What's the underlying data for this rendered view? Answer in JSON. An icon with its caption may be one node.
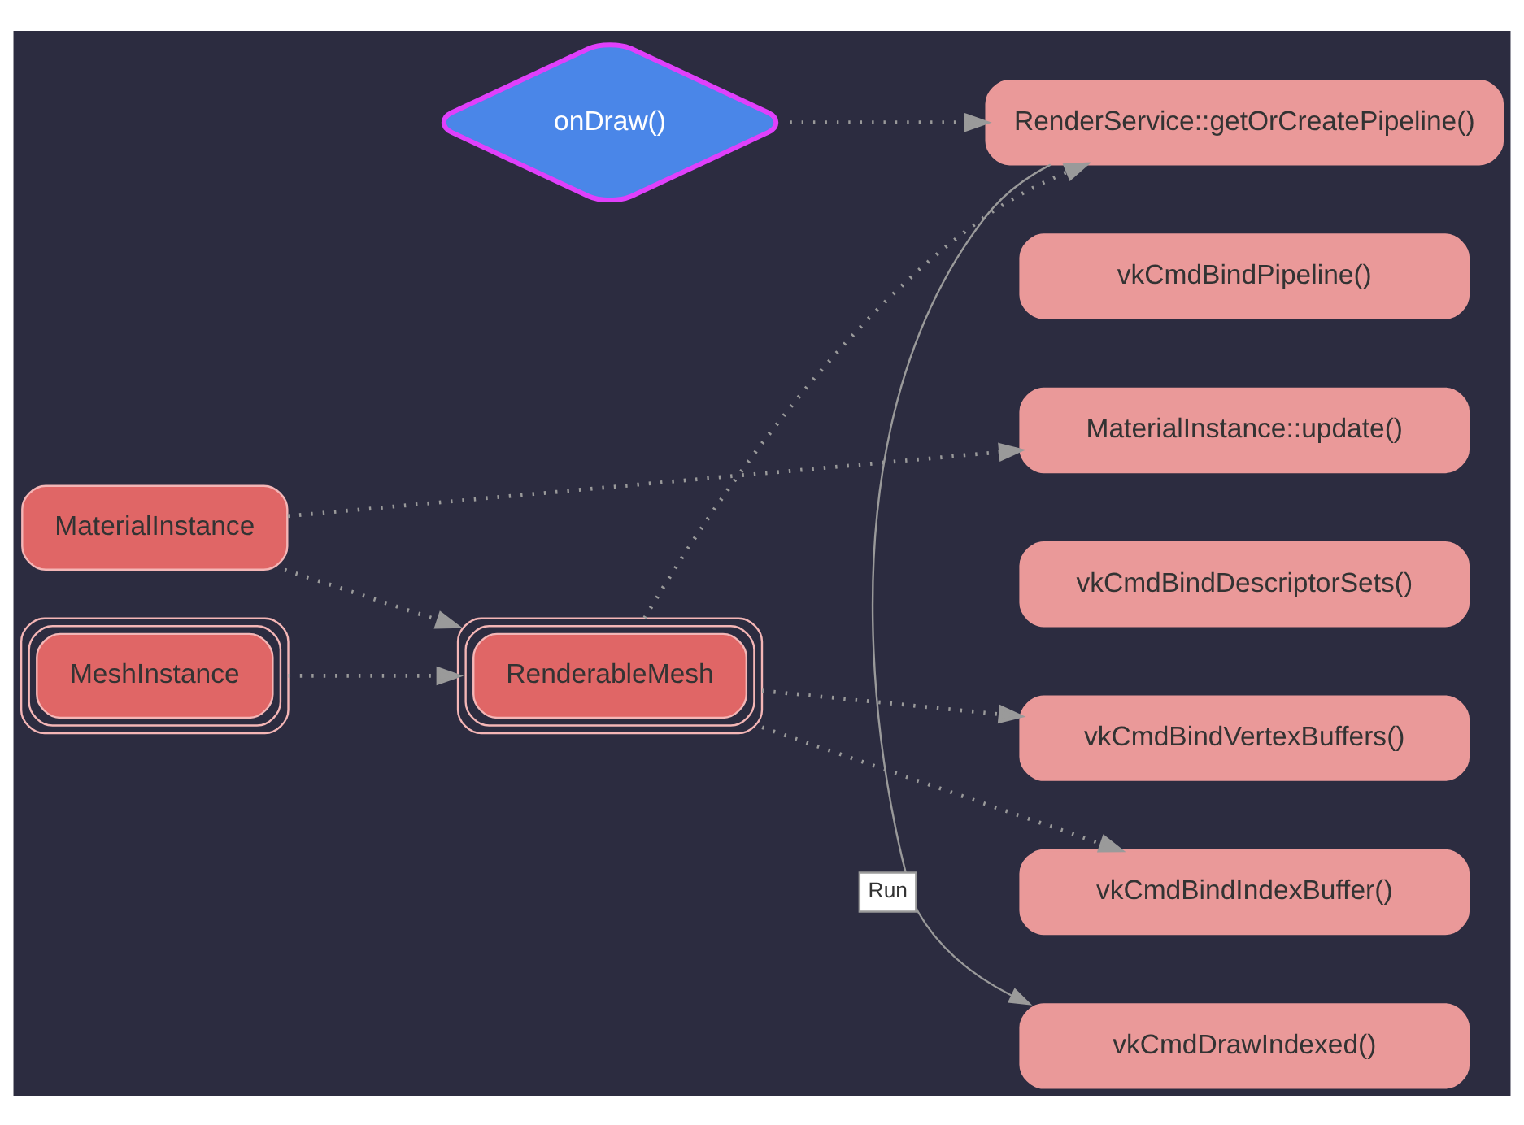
{
  "diagram": {
    "nodes": [
      {
        "text": [
          "onDraw()"
        ]
      },
      {
        "text": [
          "MaterialInstance"
        ]
      },
      {
        "text": [
          "MeshInstance"
        ]
      },
      {
        "text": [
          "RenderableMesh"
        ]
      },
      {
        "text": [
          "RenderService::getOrCreatePipeline()"
        ]
      },
      {
        "text": [
          "vkCmdBindPipeline()"
        ]
      },
      {
        "text": [
          "MaterialInstance::update()"
        ]
      },
      {
        "text": [
          "vkCmdBindDescriptorSets()"
        ]
      },
      {
        "text": [
          "vkCmdBindVertexBuffers()"
        ]
      },
      {
        "text": [
          "vkCmdBindIndexBuffer()"
        ]
      },
      {
        "text": [
          "vkCmdDrawIndexed()"
        ]
      }
    ],
    "edges": [
      {
        "from": 0,
        "to": 4,
        "arrow": "to",
        "style": "dashed"
      },
      {
        "from": 1,
        "to": 6,
        "arrow": "to",
        "style": "dashed"
      },
      {
        "from": 1,
        "to": 3,
        "arrow": "to",
        "style": "dashed"
      },
      {
        "from": 2,
        "to": 3,
        "arrow": "to",
        "style": "dashed"
      },
      {
        "from": 3,
        "to": 4,
        "arrow": "to",
        "style": "dashed"
      },
      {
        "from": 3,
        "to": 8,
        "arrow": "to",
        "style": "dashed"
      },
      {
        "from": 3,
        "to": 9,
        "arrow": "to",
        "style": "dashed"
      },
      {
        "from": 4,
        "to": 10,
        "arrow": "to",
        "label": "Run"
      }
    ]
  }
}
